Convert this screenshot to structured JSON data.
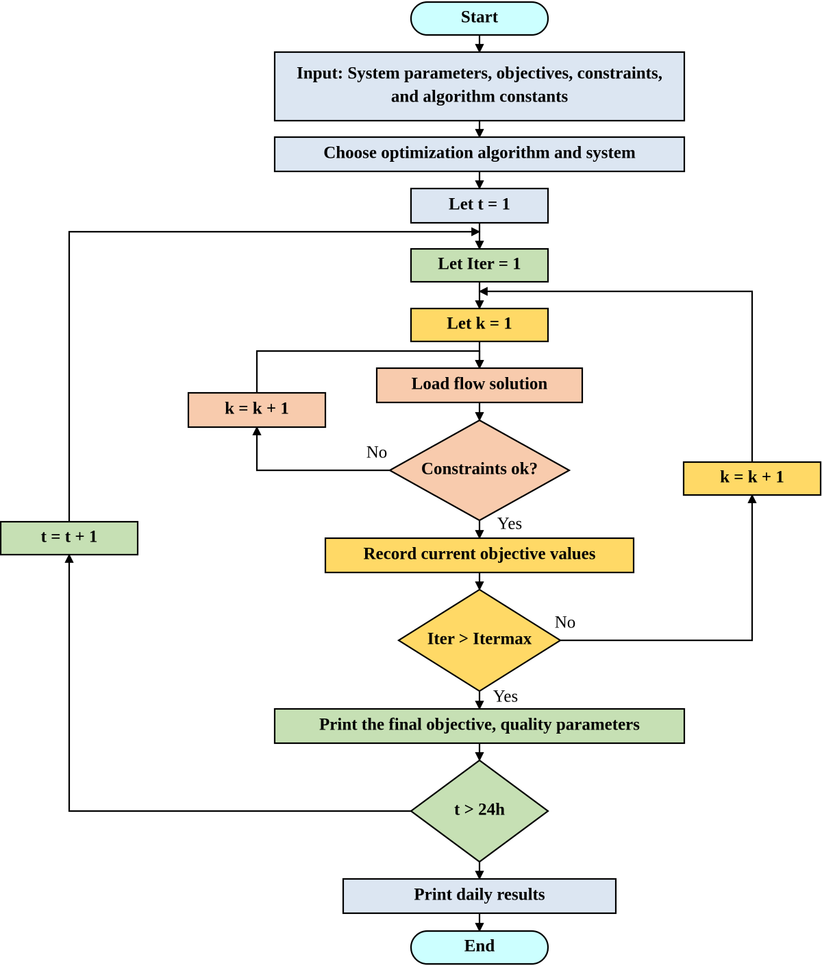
{
  "flowchart": {
    "nodes": {
      "start": {
        "text": [
          "Start"
        ],
        "color": "#CCFFFF",
        "shape": "terminator"
      },
      "input": {
        "text": [
          "Input: System parameters, objectives, constraints,",
          "and algorithm constants"
        ],
        "color": "#DCE6F2",
        "shape": "process"
      },
      "choose": {
        "text": [
          "Choose optimization algorithm and system"
        ],
        "color": "#DCE6F2",
        "shape": "process"
      },
      "let_t": {
        "text": [
          "Let t = 1"
        ],
        "color": "#DCE6F2",
        "shape": "process"
      },
      "let_iter": {
        "text": [
          "Let Iter = 1"
        ],
        "color": "#C6E0B4",
        "shape": "process"
      },
      "let_k": {
        "text": [
          "Let k = 1"
        ],
        "color": "#FFD966",
        "shape": "process"
      },
      "load_flow": {
        "text": [
          "Load flow solution"
        ],
        "color": "#F8CBAD",
        "shape": "process"
      },
      "k_inc_inner": {
        "text": [
          "k = k + 1"
        ],
        "color": "#F8CBAD",
        "shape": "process"
      },
      "constraints": {
        "text": [
          "Constraints ok?"
        ],
        "color": "#F8CBAD",
        "shape": "decision"
      },
      "k_inc_outer": {
        "text": [
          "k = k + 1"
        ],
        "color": "#FFD966",
        "shape": "process"
      },
      "t_inc": {
        "text": [
          "t = t + 1"
        ],
        "color": "#C6E0B4",
        "shape": "process"
      },
      "record": {
        "text": [
          "Record current objective values"
        ],
        "color": "#FFD966",
        "shape": "process"
      },
      "iter_check": {
        "text": [
          "Iter > Itermax"
        ],
        "color": "#FFD966",
        "shape": "decision"
      },
      "print_final": {
        "text": [
          "Print the final objective, quality parameters"
        ],
        "color": "#C6E0B4",
        "shape": "process"
      },
      "t_check": {
        "text": [
          "t > 24h"
        ],
        "color": "#C6E0B4",
        "shape": "decision"
      },
      "print_daily": {
        "text": [
          "Print daily results"
        ],
        "color": "#DCE6F2",
        "shape": "process"
      },
      "end": {
        "text": [
          "End"
        ],
        "color": "#CCFFFF",
        "shape": "terminator"
      }
    },
    "edge_labels": {
      "constraints_no": "No",
      "constraints_yes": "Yes",
      "iter_no": "No",
      "iter_yes": "Yes"
    }
  }
}
